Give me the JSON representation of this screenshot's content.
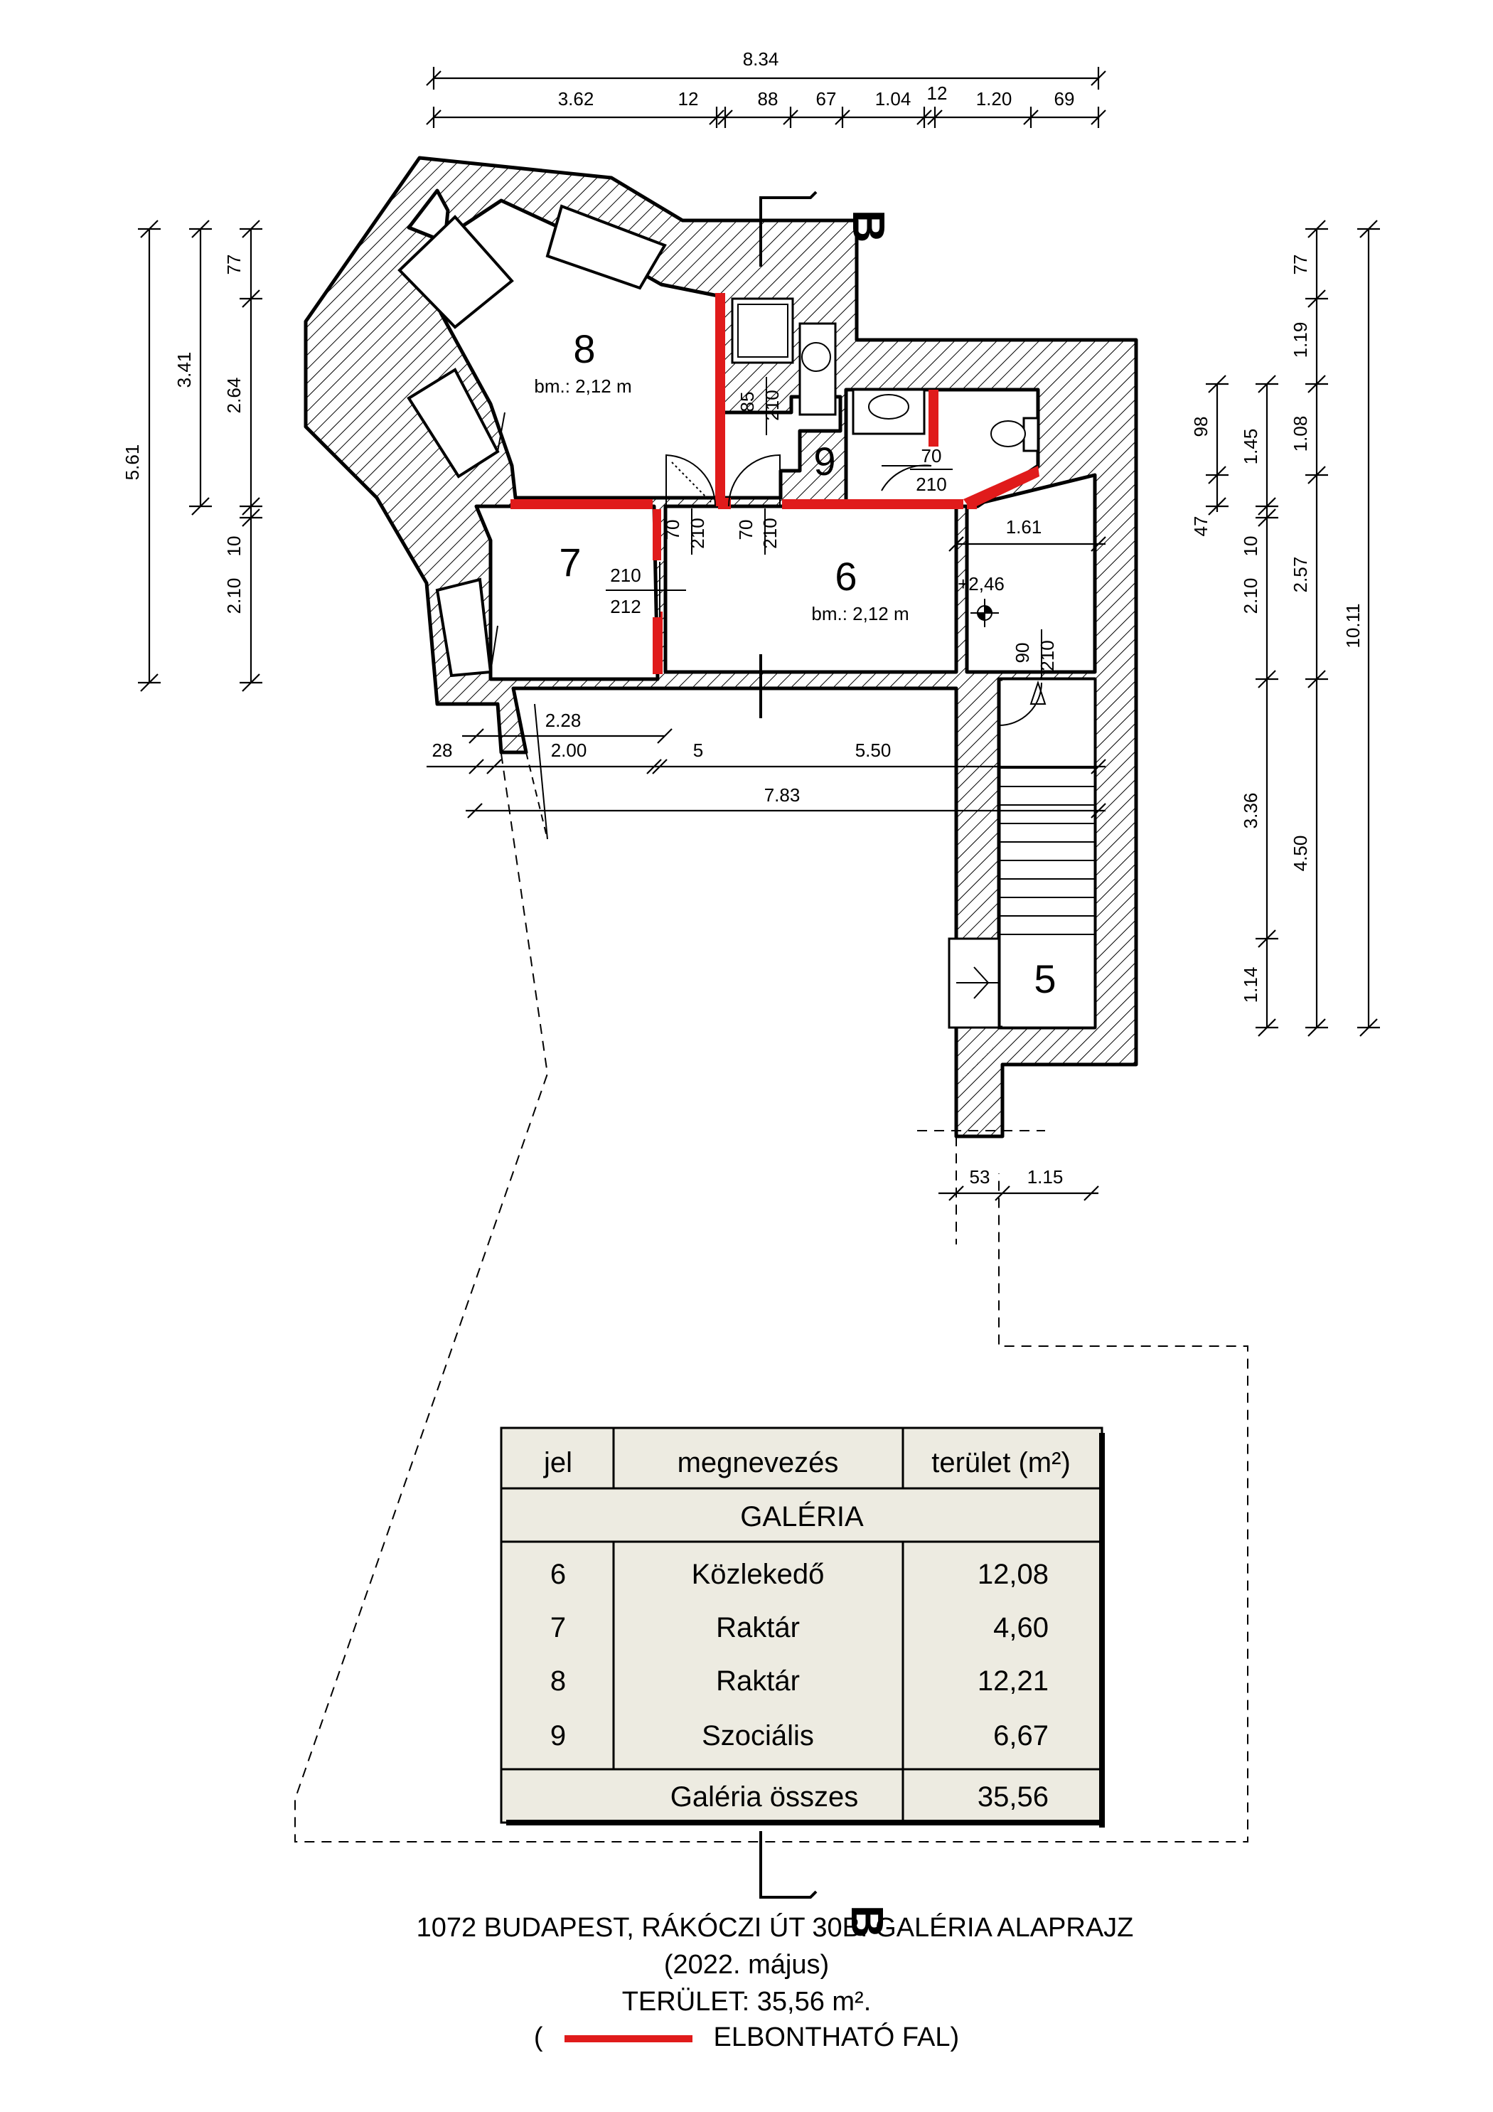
{
  "dimensions": {
    "top_total": "8.34",
    "top_segments": [
      "3.62",
      "12",
      "88",
      "67",
      "1.04",
      "12",
      "1.20",
      "69"
    ],
    "left_outer": "5.61",
    "left_mid": "3.41",
    "left_inner": [
      "77",
      "2.64",
      "2.10",
      "10"
    ],
    "right_outer": "10.11",
    "right_mid": [
      "77",
      "1.19",
      "1.08",
      "2.57",
      "4.50"
    ],
    "right_inner": [
      "98",
      "1.45",
      "47",
      "10",
      "2.10",
      "3.36",
      "1.14"
    ],
    "bottom_228": "2.28",
    "bottom_row": [
      "28",
      "2.00",
      "5",
      "5.50"
    ],
    "bottom_total": "7.83",
    "corridor_width": "1.61",
    "stair_bottom": [
      "53",
      "1.15"
    ],
    "door_85": [
      "85",
      "210"
    ],
    "door_70a": [
      "70",
      "210"
    ],
    "door_70b": [
      "70",
      "210"
    ],
    "door_70c": [
      "70",
      "210"
    ],
    "door_90": [
      "90",
      "210"
    ],
    "door_7": [
      "210",
      "212"
    ],
    "level": "+2,46"
  },
  "rooms": [
    {
      "num": "8",
      "sub": "bm.: 2,12 m"
    },
    {
      "num": "9",
      "sub": ""
    },
    {
      "num": "7",
      "sub": ""
    },
    {
      "num": "6",
      "sub": "bm.: 2,12 m"
    },
    {
      "num": "5",
      "sub": ""
    }
  ],
  "section_label": "B",
  "table": {
    "headers": [
      "jel",
      "megnevezés",
      "terület (m²)"
    ],
    "section_title": "GALÉRIA",
    "rows": [
      {
        "jel": "6",
        "name": "Közlekedő",
        "area": "12,08"
      },
      {
        "jel": "7",
        "name": "Raktár",
        "area": "4,60"
      },
      {
        "jel": "8",
        "name": "Raktár",
        "area": "12,21"
      },
      {
        "jel": "9",
        "name": "Szociális",
        "area": "6,67"
      }
    ],
    "total_label": "Galéria összes",
    "total_value": "35,56"
  },
  "title": {
    "line1": "1072 BUDAPEST,  RÁKÓCZI ÚT  30B. GALÉRIA ALAPRAJZ",
    "line2": "(2022. május)",
    "line3": "TERÜLET: 35,56 m².",
    "legend_open": "(",
    "legend_text": "ELBONTHATÓ FAL)"
  },
  "colors": {
    "removable_wall": "#e01b1b",
    "table_bg": "#edebe1"
  }
}
